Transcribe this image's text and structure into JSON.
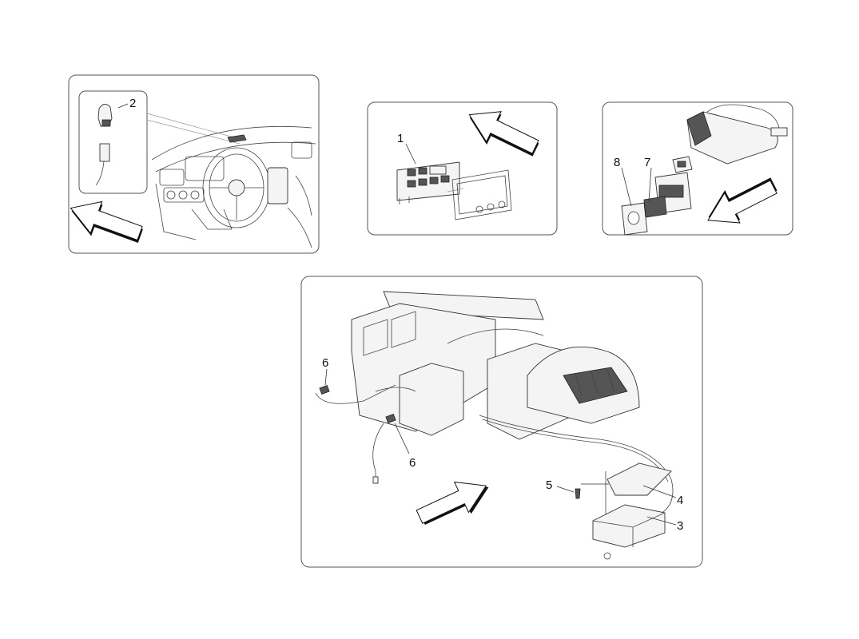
{
  "diagram": {
    "panels": [
      {
        "name": "dashboard-view",
        "callouts": [
          "2"
        ]
      },
      {
        "name": "climate-control-panel",
        "callouts": [
          "1"
        ]
      },
      {
        "name": "console-switch",
        "callouts": [
          "8",
          "7"
        ]
      },
      {
        "name": "hvac-unit",
        "callouts": [
          "6",
          "6",
          "5",
          "4",
          "3"
        ]
      }
    ],
    "icons": [
      "direction-arrow"
    ]
  }
}
